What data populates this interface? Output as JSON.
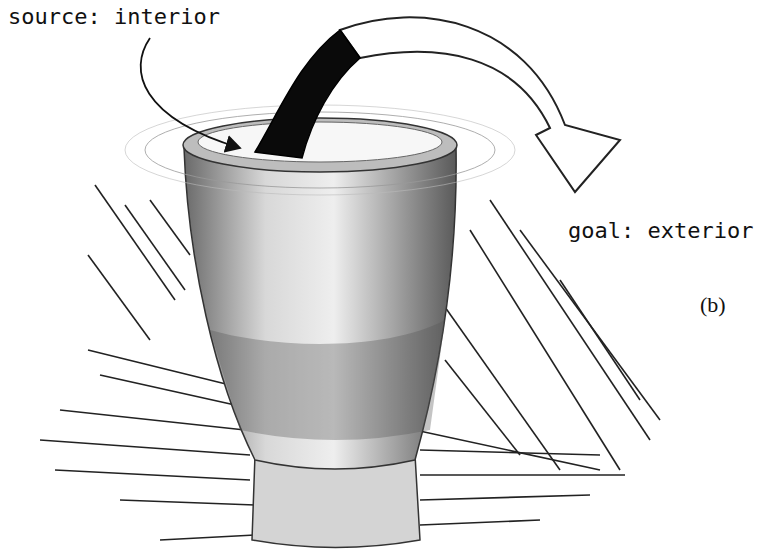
{
  "diagram": {
    "labels": [
      "source: interior",
      "goal: exterior",
      "(b)"
    ]
  }
}
